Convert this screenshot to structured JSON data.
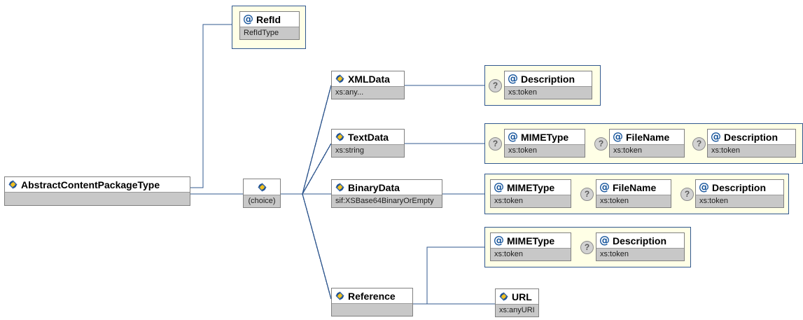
{
  "diagram": {
    "kind": "xsd-schema-tree",
    "title": "AbstractContentPackageType",
    "link_color": "#31588f",
    "attr_container_fill": "#ffffe6",
    "attr_container_border": "#31588f",
    "node_type_fill": "#c8c8c8",
    "node_border": "#808080",
    "optional_marker": "?"
  },
  "root": {
    "name": "AbstractContentPackageType",
    "type": "",
    "icon": "element-icon"
  },
  "refid": {
    "name": "RefId",
    "type": "RefIdType",
    "icon": "attribute-at-icon",
    "optional": false
  },
  "choice": {
    "label": "(choice)",
    "icon": "choice-icon"
  },
  "branches": [
    {
      "name": "XMLData",
      "type": "xs:any...",
      "icon": "element-icon",
      "attributes": [
        {
          "name": "Description",
          "type": "xs:token",
          "icon": "attribute-at-icon",
          "optional": true
        }
      ]
    },
    {
      "name": "TextData",
      "type": "xs:string",
      "icon": "element-icon",
      "attributes": [
        {
          "name": "MIMEType",
          "type": "xs:token",
          "icon": "attribute-at-icon",
          "optional": true
        },
        {
          "name": "FileName",
          "type": "xs:token",
          "icon": "attribute-at-icon",
          "optional": true
        },
        {
          "name": "Description",
          "type": "xs:token",
          "icon": "attribute-at-icon",
          "optional": true
        }
      ]
    },
    {
      "name": "BinaryData",
      "type": "sif:XSBase64BinaryOrEmpty",
      "icon": "element-icon",
      "attributes": [
        {
          "name": "MIMEType",
          "type": "xs:token",
          "icon": "attribute-at-icon",
          "optional": false
        },
        {
          "name": "FileName",
          "type": "xs:token",
          "icon": "attribute-at-icon",
          "optional": true
        },
        {
          "name": "Description",
          "type": "xs:token",
          "icon": "attribute-at-icon",
          "optional": true
        }
      ]
    },
    {
      "name": "Reference",
      "type": "",
      "icon": "element-icon",
      "attributes": [
        {
          "name": "MIMEType",
          "type": "xs:token",
          "icon": "attribute-at-icon",
          "optional": false
        },
        {
          "name": "Description",
          "type": "xs:token",
          "icon": "attribute-at-icon",
          "optional": true
        }
      ],
      "children": [
        {
          "name": "URL",
          "type": "xs:anyURI",
          "icon": "element-icon"
        }
      ]
    }
  ]
}
